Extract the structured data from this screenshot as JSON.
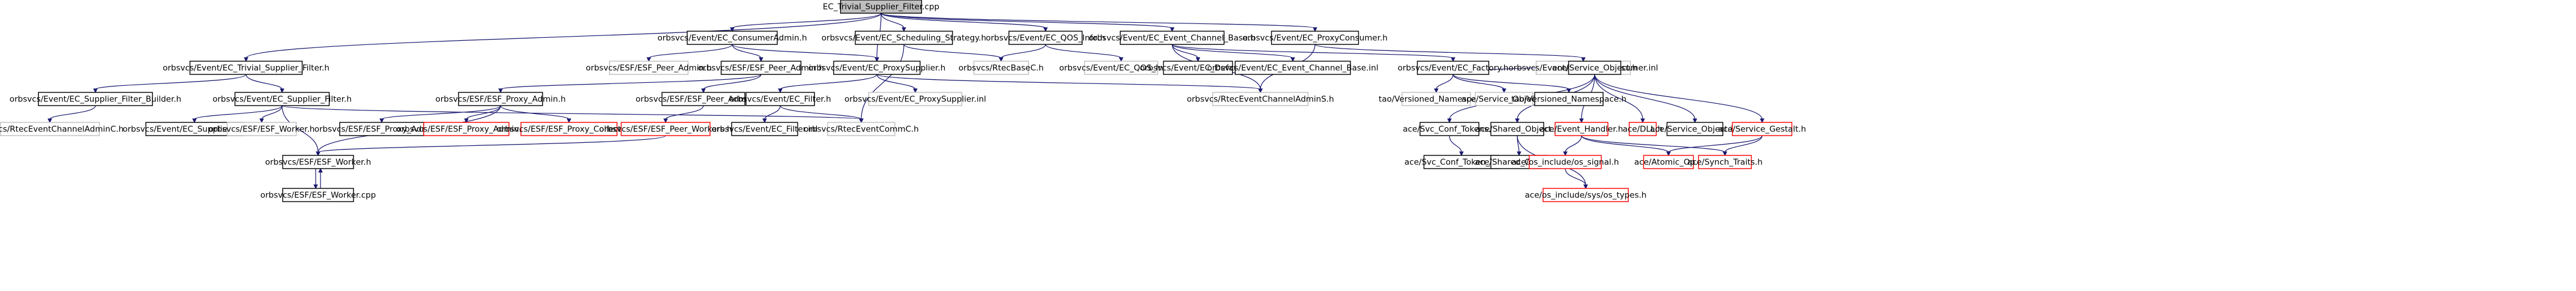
{
  "graph": {
    "title": "EC_Trivial_Supplier_Filter.cpp include dependency graph",
    "root": "EC_Trivial_Supplier_Filter.cpp",
    "nodes": [
      {
        "id": "root",
        "label": "EC_Trivial_Supplier_Filter.cpp",
        "style": "root"
      },
      {
        "id": "ecconsadmin",
        "label": "orbsvcs/Event/EC_ConsumerAdmin.h",
        "style": "normal"
      },
      {
        "id": "ecsched",
        "label": "orbsvcs/Event/EC_Scheduling_Strategy.h",
        "style": "normal"
      },
      {
        "id": "ecqos",
        "label": "orbsvcs/Event/EC_QOS_Info.h",
        "style": "normal"
      },
      {
        "id": "ecechanbase",
        "label": "orbsvcs/Event/EC_Event_Channel_Base.h",
        "style": "normal"
      },
      {
        "id": "ecproxycons",
        "label": "orbsvcs/Event/EC_ProxyConsumer.h",
        "style": "normal"
      },
      {
        "id": "ectrivial",
        "label": "orbsvcs/Event/EC_Trivial_Supplier_Filter.h",
        "style": "normal"
      },
      {
        "id": "esfpeeradmin",
        "label": "orbsvcs/ESF/ESF_Peer_Admin.h",
        "style": "gray"
      },
      {
        "id": "esfpeeradminh",
        "label": "orbsvcs/ESF/ESF_Peer_Admin.h",
        "style": "normal"
      },
      {
        "id": "ecproxysupp",
        "label": "orbsvcs/Event/EC_ProxySupplier.h",
        "style": "normal"
      },
      {
        "id": "rtecbasec",
        "label": "orbsvcs/RtecBaseC.h",
        "style": "gray"
      },
      {
        "id": "ecqosinl",
        "label": "orbsvcs/Event/EC_QOS_Info.inl",
        "style": "gray"
      },
      {
        "id": "ecdefaults",
        "label": "orbsvcs/Event/EC_Defaults.h",
        "style": "normal"
      },
      {
        "id": "ecechanbaseinl",
        "label": "orbsvcs/Event/EC_Event_Channel_Base.inl",
        "style": "normal"
      },
      {
        "id": "ecfactory",
        "label": "orbsvcs/Event/EC_Factory.h",
        "style": "normal"
      },
      {
        "id": "ecproxyconsinl",
        "label": "orbsvcs/Event/EC_ProxyConsumer.inl",
        "style": "gray"
      },
      {
        "id": "ecsuppfilterbuilder",
        "label": "orbsvcs/Event/EC_Supplier_Filter_Builder.h",
        "style": "normal"
      },
      {
        "id": "ecsuppfilter",
        "label": "orbsvcs/Event/EC_Supplier_Filter.h",
        "style": "normal"
      },
      {
        "id": "esfproxyadmin",
        "label": "orbsvcs/ESF/ESF_Proxy_Admin.h",
        "style": "normal"
      },
      {
        "id": "esfpeeradmincpp",
        "label": "orbsvcs/ESF/ESF_Peer_Admin.cpp",
        "style": "normal"
      },
      {
        "id": "ecfilter",
        "label": "orbsvcs/Event/EC_Filter.h",
        "style": "normal"
      },
      {
        "id": "ecproxysuppinl",
        "label": "orbsvcs/Event/EC_ProxySupplier.inl",
        "style": "gray"
      },
      {
        "id": "rtecechanadmins",
        "label": "orbsvcs/RtecEventChannelAdminS.h",
        "style": "gray"
      },
      {
        "id": "tao_vn1",
        "label": "tao/Versioned_Namespace.h",
        "style": "gray"
      },
      {
        "id": "aceserviceobjh",
        "label": "ace/Service_Object.h",
        "style": "gray"
      },
      {
        "id": "tao_vn2",
        "label": "tao/Versioned_Namespace.h",
        "style": "normal"
      },
      {
        "id": "aceservobj",
        "label": "ace/Service_Object.h",
        "style": "normal"
      },
      {
        "id": "rtecechanadminc",
        "label": "orbsvcs/RtecEventChannelAdminC.h",
        "style": "gray"
      },
      {
        "id": "ecsuppfilterinl",
        "label": "orbsvcs/Event/EC_Supplier_Filter.inl",
        "style": "normal"
      },
      {
        "id": "esfworkerh1",
        "label": "orbsvcs/ESF/ESF_Worker.h",
        "style": "gray"
      },
      {
        "id": "esfproxyadmininl",
        "label": "orbsvcs/ESF/ESF_Proxy_Admin.inl",
        "style": "normal"
      },
      {
        "id": "esfproxyadmincpp",
        "label": "orbsvcs/ESF/ESF_Proxy_Admin.cpp",
        "style": "red"
      },
      {
        "id": "esfproxycoll",
        "label": "orbsvcs/ESF/ESF_Proxy_Collection.h",
        "style": "red"
      },
      {
        "id": "esfpeerworkers",
        "label": "orbsvcs/ESF/ESF_Peer_Workers.h",
        "style": "red"
      },
      {
        "id": "ecfilterinl",
        "label": "orbsvcs/Event/EC_Filter.inl",
        "style": "normal"
      },
      {
        "id": "rteceventcommc",
        "label": "orbsvcs/RtecEventCommC.h",
        "style": "gray"
      },
      {
        "id": "acesvcconftokens",
        "label": "ace/Svc_Conf_Tokens.h",
        "style": "normal"
      },
      {
        "id": "acesharedobj",
        "label": "ace/Shared_Object.h",
        "style": "normal"
      },
      {
        "id": "aceeventhandler",
        "label": "ace/Event_Handler.h",
        "style": "red"
      },
      {
        "id": "acedll",
        "label": "ace/DLL.h",
        "style": "red"
      },
      {
        "id": "aceservobjinl",
        "label": "ace/Service_Object.inl",
        "style": "normal"
      },
      {
        "id": "aceservgestalt",
        "label": "ace/Service_Gestalt.h",
        "style": "red"
      },
      {
        "id": "esfworkerh",
        "label": "orbsvcs/ESF/ESF_Worker.h",
        "style": "normal"
      },
      {
        "id": "acesvcconftokentable",
        "label": "ace/Svc_Conf_Token_Table.h",
        "style": "normal"
      },
      {
        "id": "acesharedobjinl",
        "label": "ace/Shared_Object.inl",
        "style": "normal"
      },
      {
        "id": "aceossignal",
        "label": "ace/os_include/os_signal.h",
        "style": "red"
      },
      {
        "id": "aceatomicop",
        "label": "ace/Atomic_Op.h",
        "style": "red"
      },
      {
        "id": "acesynchtraits",
        "label": "ace/Synch_Traits.h",
        "style": "red"
      },
      {
        "id": "esfworkercpp",
        "label": "orbsvcs/ESF/ESF_Worker.cpp",
        "style": "normal"
      },
      {
        "id": "aceostypes",
        "label": "ace/os_include/sys/os_types.h",
        "style": "red"
      }
    ]
  }
}
